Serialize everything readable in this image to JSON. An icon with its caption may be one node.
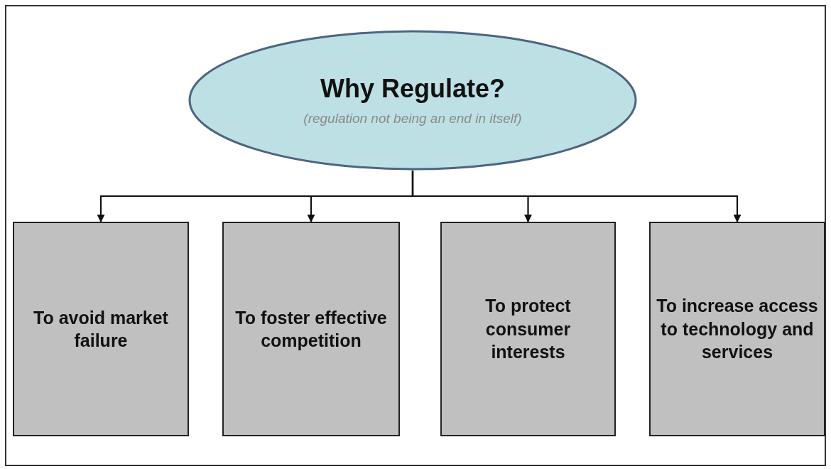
{
  "diagram": {
    "nodes": [
      {
        "text": [
          "Why Regulate?",
          "(regulation not being an end in itself)"
        ]
      },
      {
        "text": [
          "To avoid market failure"
        ]
      },
      {
        "text": [
          "To foster effective competition"
        ]
      },
      {
        "text": [
          "To protect consumer interests"
        ]
      },
      {
        "text": [
          "To increase access to technology and services"
        ]
      }
    ],
    "edges": [
      {
        "from": 0,
        "to": 1,
        "arrow": "to"
      },
      {
        "from": 0,
        "to": 2,
        "arrow": "to"
      },
      {
        "from": 0,
        "to": 3,
        "arrow": "to"
      },
      {
        "from": 0,
        "to": 4,
        "arrow": "to"
      }
    ]
  }
}
